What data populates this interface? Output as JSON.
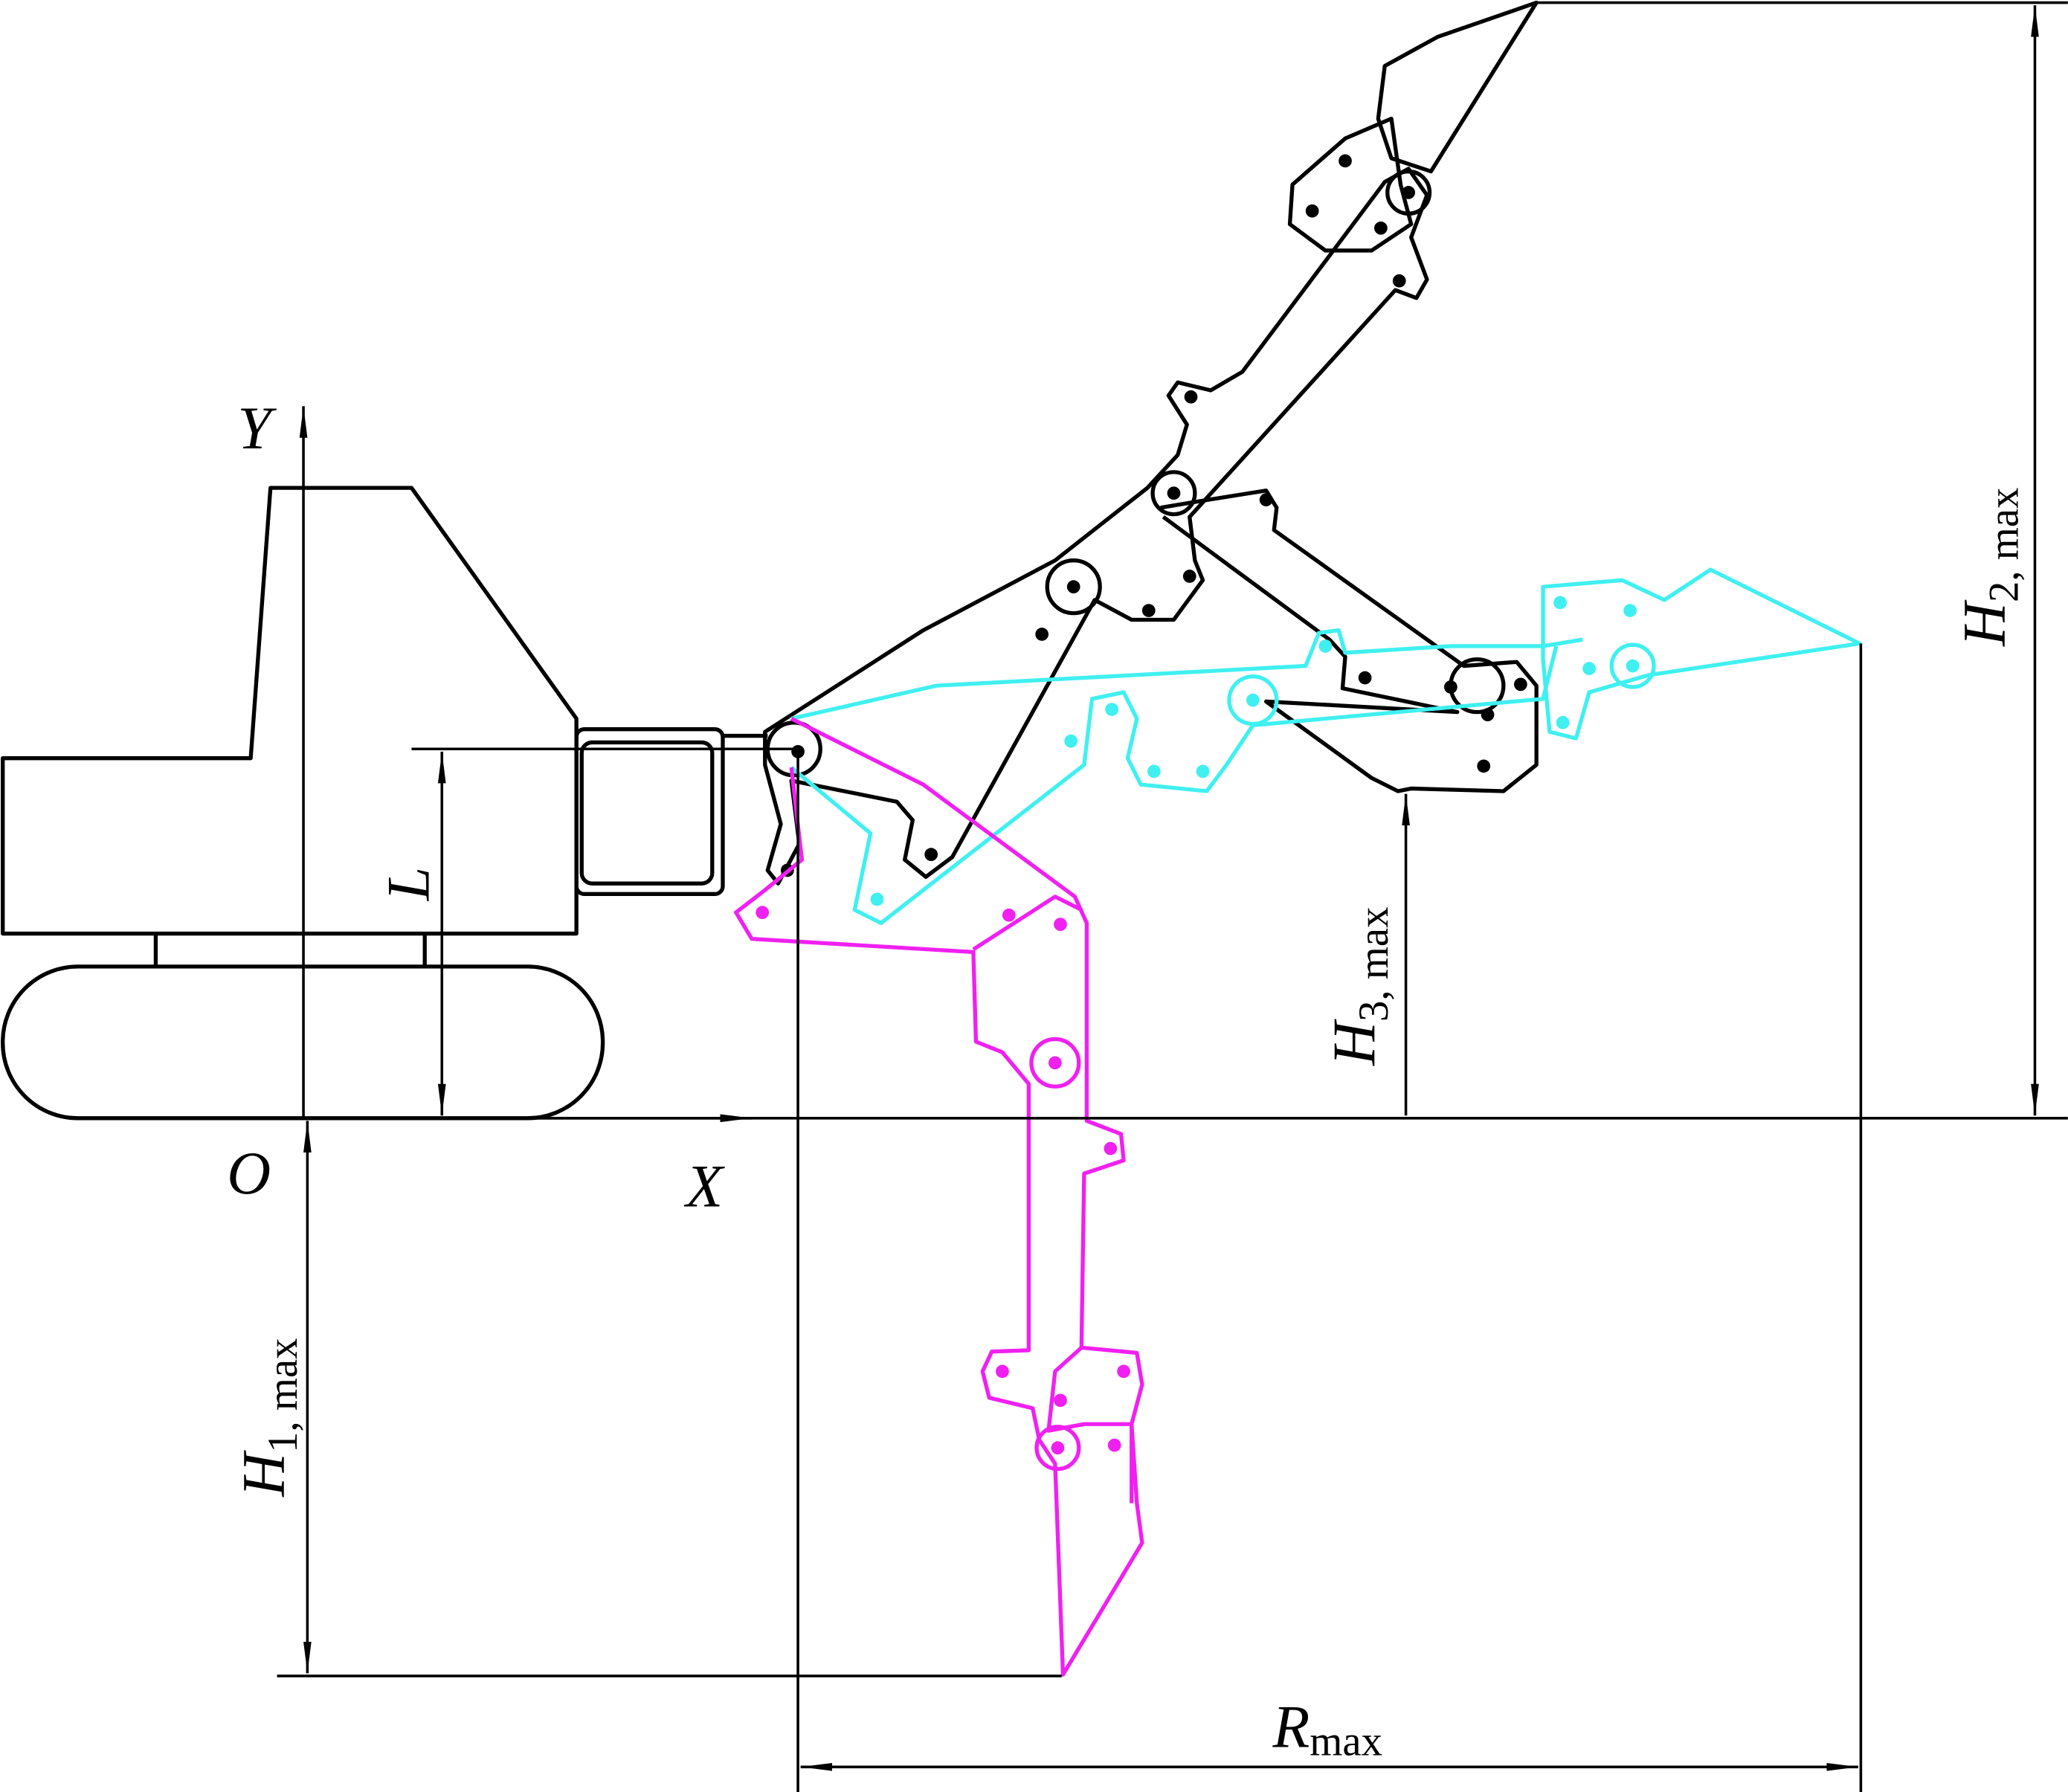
{
  "title": "Excavator working range diagram",
  "colors": {
    "outline": "#000000",
    "mid_pose": "#40f0f0",
    "dig_pose": "#f020f0"
  },
  "axes": {
    "y_label": "Y",
    "x_label": "X",
    "origin_label": "O"
  },
  "dimensions": {
    "L": {
      "symbol": "L"
    },
    "H1": {
      "symbol": "H",
      "subscript": "1, max"
    },
    "H2": {
      "symbol": "H",
      "subscript": "2, max"
    },
    "H3": {
      "symbol": "H",
      "subscript": "3, max"
    },
    "R": {
      "symbol": "R",
      "subscript": "max"
    }
  }
}
